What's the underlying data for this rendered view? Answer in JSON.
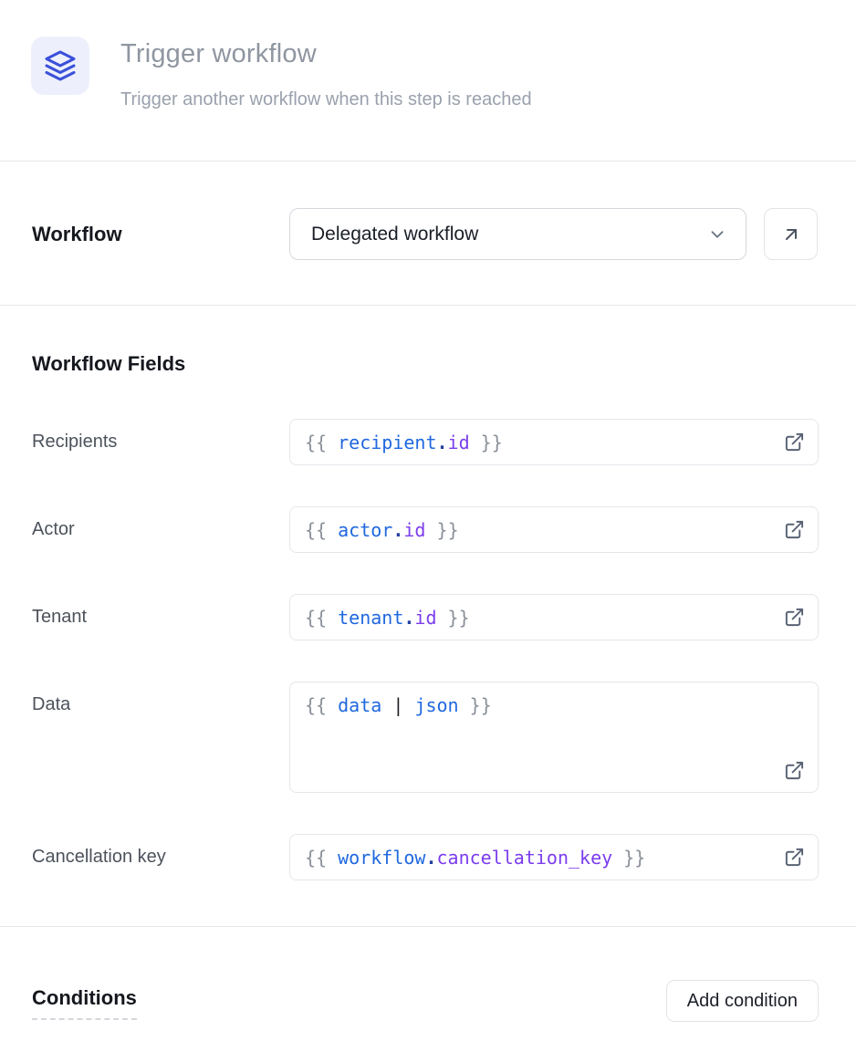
{
  "header": {
    "icon": "layers-icon",
    "title": "Trigger workflow",
    "subtitle": "Trigger another workflow when this step is reached"
  },
  "workflow_selector": {
    "label": "Workflow",
    "selected_value": "Delegated workflow",
    "dropdown_icon": "chevron-down-icon",
    "open_button_icon": "arrow-up-right-icon"
  },
  "workflow_fields": {
    "heading": "Workflow Fields",
    "fields": [
      {
        "label": "Recipients",
        "value": "{{ recipient.id }}",
        "tall": false,
        "icon": "external-link-icon",
        "tokens": [
          {
            "t": "{{ ",
            "c": "brace"
          },
          {
            "t": "recipient",
            "c": "var"
          },
          {
            "t": ".",
            "c": "dot"
          },
          {
            "t": "id",
            "c": "prop"
          },
          {
            "t": " }}",
            "c": "brace"
          }
        ]
      },
      {
        "label": "Actor",
        "value": "{{ actor.id }}",
        "tall": false,
        "icon": "external-link-icon",
        "tokens": [
          {
            "t": "{{ ",
            "c": "brace"
          },
          {
            "t": "actor",
            "c": "var"
          },
          {
            "t": ".",
            "c": "dot"
          },
          {
            "t": "id",
            "c": "prop"
          },
          {
            "t": " }}",
            "c": "brace"
          }
        ]
      },
      {
        "label": "Tenant",
        "value": "{{ tenant.id }}",
        "tall": false,
        "icon": "external-link-icon",
        "tokens": [
          {
            "t": "{{ ",
            "c": "brace"
          },
          {
            "t": "tenant",
            "c": "var"
          },
          {
            "t": ".",
            "c": "dot"
          },
          {
            "t": "id",
            "c": "prop"
          },
          {
            "t": " }}",
            "c": "brace"
          }
        ]
      },
      {
        "label": "Data",
        "value": "{{ data | json }}",
        "tall": true,
        "icon": "external-link-icon",
        "tokens": [
          {
            "t": "{{ ",
            "c": "brace"
          },
          {
            "t": "data",
            "c": "var"
          },
          {
            "t": " ",
            "c": "plain"
          },
          {
            "t": "|",
            "c": "pipe"
          },
          {
            "t": " ",
            "c": "plain"
          },
          {
            "t": "json",
            "c": "var"
          },
          {
            "t": " }}",
            "c": "brace"
          }
        ]
      },
      {
        "label": "Cancellation key",
        "value": "{{ workflow.cancellation_key }}",
        "tall": false,
        "icon": "external-link-icon",
        "tokens": [
          {
            "t": "{{ ",
            "c": "brace"
          },
          {
            "t": "workflow",
            "c": "var"
          },
          {
            "t": ".",
            "c": "dot"
          },
          {
            "t": "cancellation_key",
            "c": "prop"
          },
          {
            "t": " }}",
            "c": "brace"
          }
        ]
      }
    ]
  },
  "conditions": {
    "heading": "Conditions",
    "add_button_label": "Add condition"
  },
  "colors": {
    "accent_icon_blue": "#3b50d9",
    "icon_box_bg": "#edf0fc",
    "code_brace": "#8a9099",
    "code_variable": "#2068df",
    "code_dot": "#23409f",
    "code_property": "#7b3ded",
    "heading_text": "#15181e",
    "muted_title": "#8f96a1",
    "divider": "#e7e8ec"
  }
}
